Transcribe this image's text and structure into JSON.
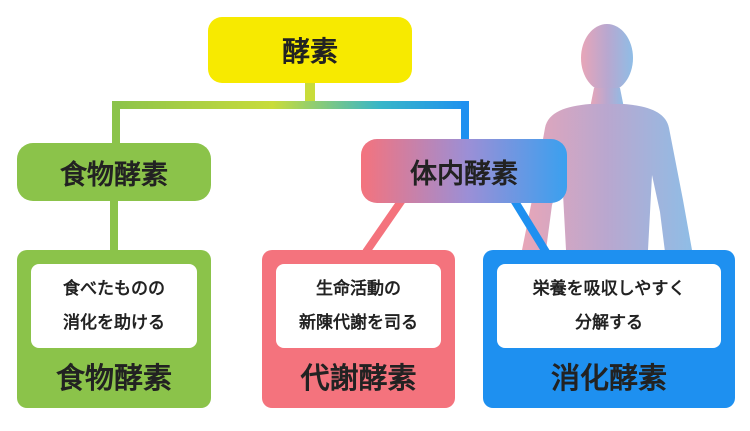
{
  "top": {
    "label": "酵素"
  },
  "mid": {
    "food": {
      "label": "食物酵素"
    },
    "body": {
      "label": "体内酵素"
    }
  },
  "cards": {
    "food": {
      "desc_line1": "食べたものの",
      "desc_line2": "消化を助ける",
      "title": "食物酵素"
    },
    "metabolic": {
      "desc_line1": "生命活動の",
      "desc_line2": "新陳代謝を司る",
      "title": "代謝酵素"
    },
    "digestive": {
      "desc_line1": "栄養を吸収しやすく",
      "desc_line2": "分解する",
      "title": "消化酵素"
    }
  },
  "colors": {
    "top": "#f7ea00",
    "food": "#8bc34a",
    "metabolic": "#f4737d",
    "digestive": "#1e90f0"
  }
}
